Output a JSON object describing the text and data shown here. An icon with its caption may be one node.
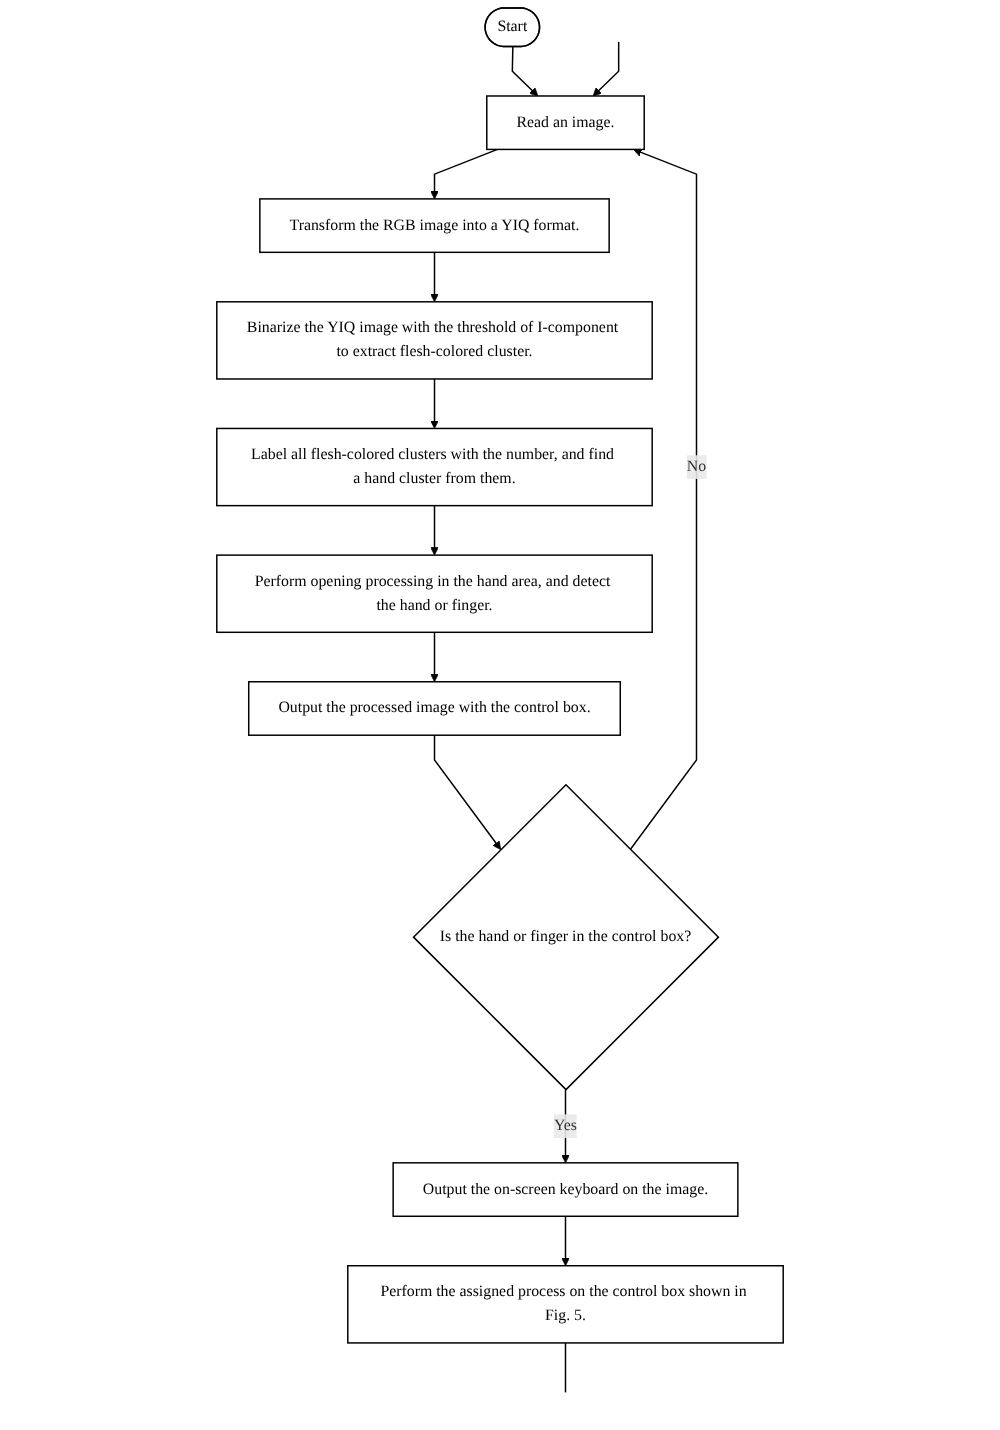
{
  "diagram": {
    "nodes": [
      {
        "text": [
          "Start"
        ]
      },
      {
        "text": [
          "Read an image."
        ]
      },
      {
        "text": [
          "Transform the RGB image into a YIQ format."
        ]
      },
      {
        "text": [
          "Binarize the YIQ image with the threshold of I-component to extract flesh-colored cluster."
        ]
      },
      {
        "text": [
          "Label all flesh-colored clusters with the number, and find a hand cluster from them."
        ]
      },
      {
        "text": [
          "Perform opening processing in the hand area, and detect the hand or finger."
        ]
      },
      {
        "text": [
          "Output the processed image with the control box."
        ]
      },
      {
        "text": [
          "Is the hand or finger in the control box?"
        ]
      },
      {
        "text": [
          "Output the on-screen keyboard on the image."
        ]
      },
      {
        "text": [
          "Perform the assigned process on the control box shown in Fig. 5."
        ]
      }
    ],
    "edges": [
      {
        "from": 0,
        "to": 1,
        "arrow": "to"
      },
      {
        "from": 1,
        "to": 2,
        "arrow": "to"
      },
      {
        "from": 2,
        "to": 3,
        "arrow": "to"
      },
      {
        "from": 3,
        "to": 4,
        "arrow": "to"
      },
      {
        "from": 4,
        "to": 5,
        "arrow": "to"
      },
      {
        "from": 5,
        "to": 6,
        "arrow": "to"
      },
      {
        "from": 6,
        "to": 7,
        "arrow": "to"
      },
      {
        "from": 7,
        "to": 1,
        "label": "No",
        "arrow": "to"
      },
      {
        "from": 7,
        "to": 8,
        "label": "Yes",
        "arrow": "to"
      },
      {
        "from": 8,
        "to": 9,
        "arrow": "to"
      },
      {
        "from": 9,
        "to": null,
        "arrow": "none"
      },
      {
        "from": null,
        "to": 1,
        "arrow": "to"
      }
    ]
  }
}
